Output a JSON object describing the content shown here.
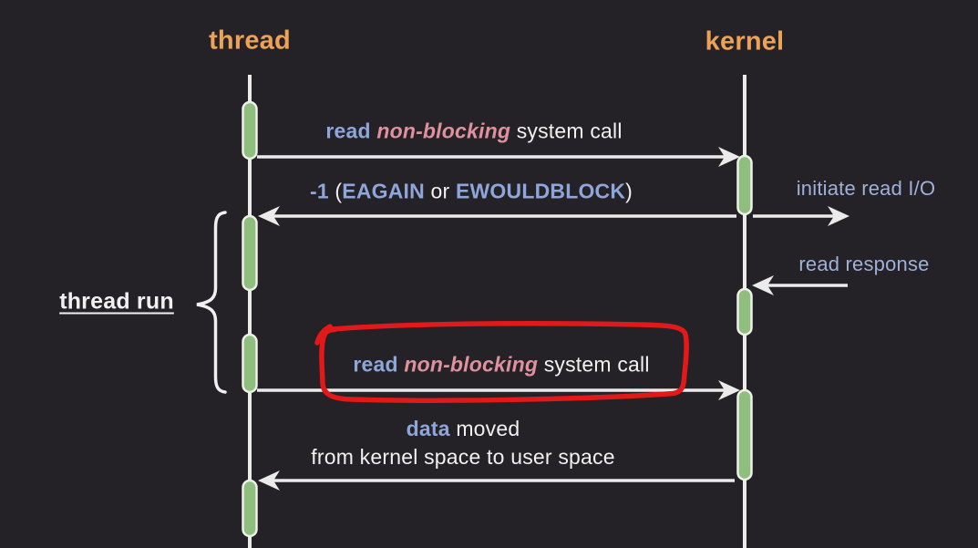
{
  "colors": {
    "background": "#242127",
    "actor_orange": "#eca257",
    "keyword_blue": "#8ea6da",
    "nonblocking_pink": "#df929e",
    "annotation_lavender": "#9fb0d9",
    "text_white": "#f1f1f1",
    "lifeline_white": "#ebebeb",
    "activation_green": "#8fbe7e",
    "activation_border": "#eef0ea",
    "annotation_red": "#e11919"
  },
  "actors": {
    "left": "thread",
    "right": "kernel"
  },
  "labels": {
    "msg1": {
      "read": "read",
      "nonblocking": "non-blocking",
      "tail": "system call"
    },
    "msg2": {
      "code": "-1",
      "open": "(",
      "eagain": "EAGAIN",
      "or": "or",
      "ewouldblock": "EWOULDBLOCK",
      "close": ")"
    },
    "initiate": "initiate read I/O",
    "read_response": "read response",
    "thread_run": "thread run",
    "msg3": {
      "read": "read",
      "nonblocking": "non-blocking",
      "tail": "system call"
    },
    "data_moved": {
      "data": "data",
      "moved": "moved",
      "line2": "from kernel space to user space"
    }
  }
}
